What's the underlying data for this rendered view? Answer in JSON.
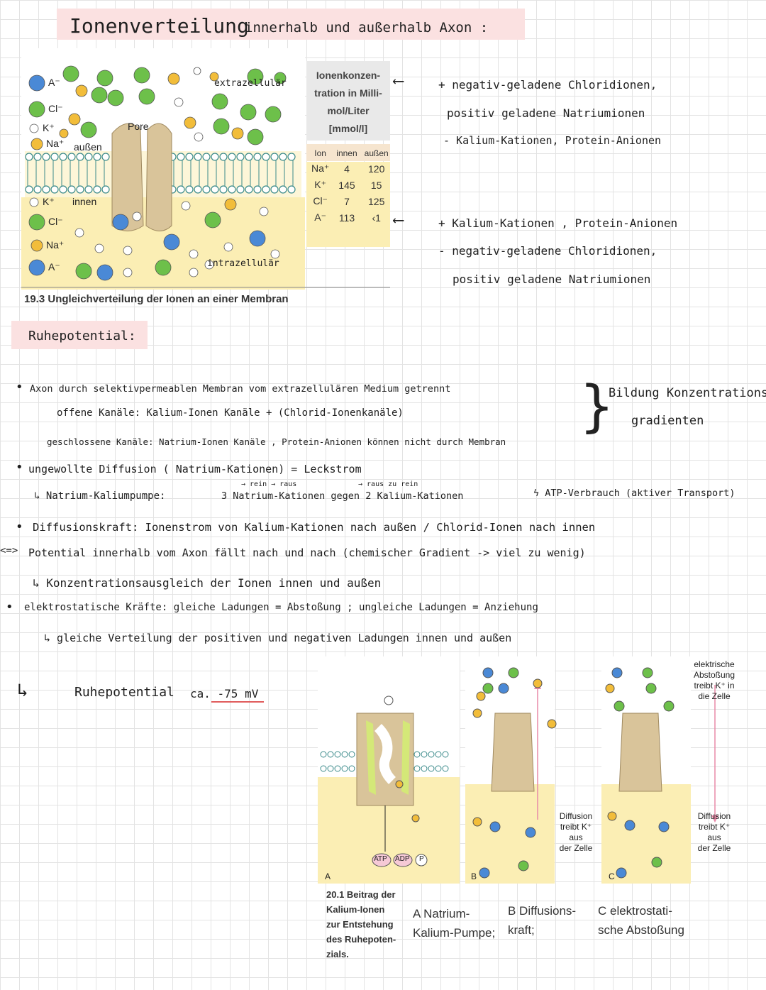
{
  "title": {
    "left": "Ionenverteilung",
    "right": "innerhalb und außerhalb Axon :"
  },
  "fig1": {
    "legend_out": [
      "A⁻",
      "Cl⁻",
      "K⁺",
      "Na⁺"
    ],
    "out_label": "außen",
    "pore": "Pore",
    "extra": "extrazellulär",
    "in_label": "innen",
    "legend_in": [
      "K⁺",
      "Cl⁻",
      "Na⁺",
      "A⁻"
    ],
    "intra": "intrazellulär",
    "caption": "19.3 Ungleichverteilung der Ionen an einer Membran"
  },
  "table": {
    "header": "Ionenkonzen-tration in Milli-mol/Liter [mmol/l]",
    "header_lines": [
      "Ionenkonzen-",
      "tration in Milli-",
      "mol/Liter",
      "[mmol/l]"
    ],
    "cols": [
      "Ion",
      "innen",
      "außen"
    ],
    "rows": [
      [
        "Na⁺",
        "4",
        "120"
      ],
      [
        "K⁺",
        "145",
        "15"
      ],
      [
        "Cl⁻",
        "7",
        "125"
      ],
      [
        "A⁻",
        "113",
        "‹1"
      ]
    ]
  },
  "notes_out": [
    "+ negativ-geladene Chloridionen,",
    "positiv geladene Natriumionen",
    "- Kalium-Kationen, Protein-Anionen"
  ],
  "notes_in": [
    "+ Kalium-Kationen , Protein-Anionen",
    "- negativ-geladene Chloridionen,",
    "positiv geladene Natriumionen"
  ],
  "ruhe_heading": "Ruhepotential:",
  "lines": {
    "l1": "Axon durch selektivpermeablen Membran vom extrazellulären Medium getrennt",
    "l2": "offene Kanäle: Kalium-Ionen Kanäle + (Chlorid-Ionenkanäle)",
    "l3": "geschlossene Kanäle: Natrium-Ionen Kanäle , Protein-Anionen können nicht durch Membran",
    "brace": "Bildung Konzentrations- gradienten",
    "brace1": "Bildung Konzentrations-",
    "brace2": "gradienten",
    "l4": "ungewollte Diffusion ( Natrium-Kationen) = Leckstrom",
    "l5a": "↳ Natrium-Kaliumpumpe:",
    "l5b": "3 Natrium-Kationen gegen 2 Kalium-Kationen",
    "l5above1": "→ rein → raus",
    "l5above2": "→ raus zu rein",
    "l5c": "ϟ ATP-Verbrauch (aktiver Transport)",
    "l6": "Diffusionskraft: Ionenstrom von Kalium-Kationen nach außen / Chlorid-Ionen nach innen",
    "l7": "Potential innerhalb vom Axon fällt nach und nach (chemischer Gradient -> viel zu wenig)",
    "l8": "↳ Konzentrationsausgleich der Ionen innen und außen",
    "l9": "elektrostatische Kräfte: gleiche Ladungen = Abstoßung ; ungleiche Ladungen = Anziehung",
    "l10": "↳ gleiche Verteilung der positiven und negativen Ladungen innen und außen",
    "l11a": "Ruhepotential",
    "l11b": "ca. -75 mV"
  },
  "fig2": {
    "caption_lines": [
      "20.1 Beitrag der",
      "Kalium-Ionen",
      "zur Entstehung",
      "des Ruhepoten-",
      "zials."
    ],
    "A": "A Natrium-Kalium-Pumpe;",
    "A1": "A Natrium-",
    "A2": "Kalium-Pumpe;",
    "B": "B Diffusions-kraft;",
    "B1": "B Diffusions-",
    "B2": "kraft;",
    "C": "C elektrostati-sche Abstoßung",
    "C1": "C elektrostati-",
    "C2": "sche Abstoßung",
    "diff1": [
      "Diffusion",
      "treibt K⁺ aus",
      "der Zelle"
    ],
    "diff2": [
      "Diffusion",
      "treibt K⁺ aus",
      "der Zelle"
    ],
    "elek": [
      "elektrische",
      "Abstoßung",
      "treibt K⁺ in",
      "die Zelle"
    ],
    "atp": "ATP",
    "adp": "ADP",
    "p": "P",
    "panel_letters": [
      "A",
      "B",
      "C"
    ]
  },
  "colors": {
    "na": "#f2bd3a",
    "k": "#ffffff",
    "cl": "#6dc04a",
    "a": "#4a89d6",
    "membrane": "#d9c49a",
    "highlight": "#fbe1e1",
    "intra": "#fbeeb4"
  }
}
